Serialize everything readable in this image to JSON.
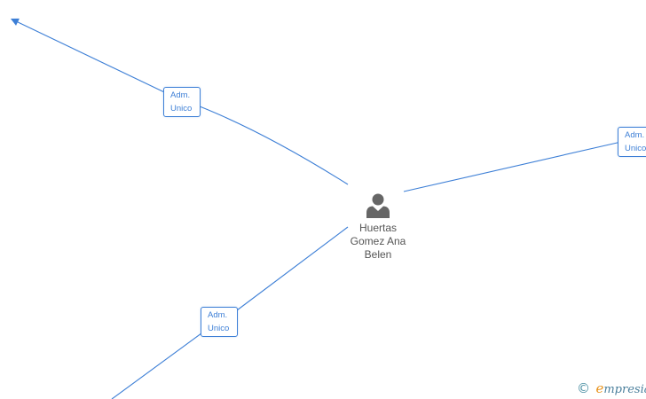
{
  "diagram": {
    "center_person": {
      "name_lines": [
        "Huertas",
        "Gomez Ana",
        "Belen"
      ],
      "icon": "person-icon"
    },
    "edges": [
      {
        "label_line1": "Adm.",
        "label_line2": "Unico",
        "direction": "outgoing-top-left"
      },
      {
        "label_line1": "Adm.",
        "label_line2": "Unico",
        "direction": "right"
      },
      {
        "label_line1": "Adm.",
        "label_line2": "Unico",
        "direction": "bottom-left"
      }
    ]
  },
  "footer": {
    "copyright_symbol": "©",
    "brand_initial": "e",
    "brand_rest": "mpresia"
  },
  "colors": {
    "edge": "#3d7fd6",
    "node_icon": "#666666",
    "node_text": "#555555",
    "brand_accent": "#e8921a",
    "brand_main": "#4a7f9c"
  }
}
